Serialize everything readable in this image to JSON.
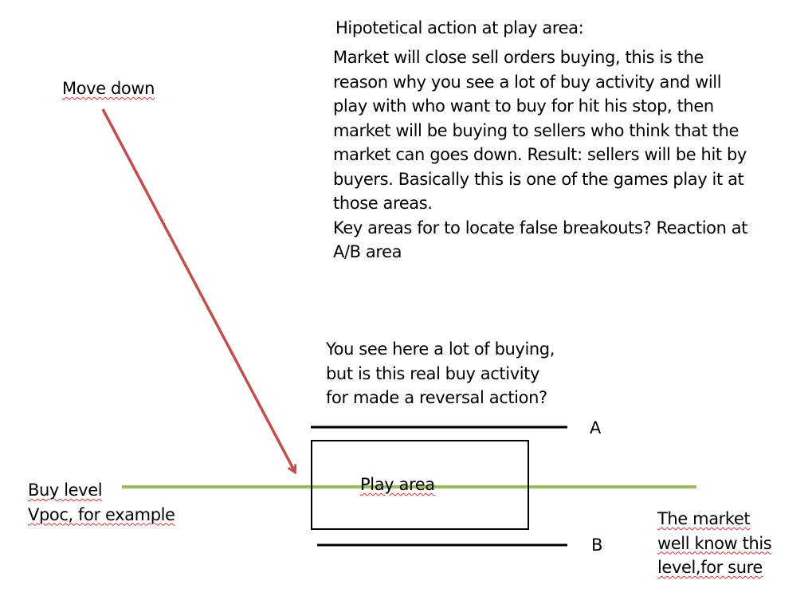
{
  "colors": {
    "arrow": "#c0504d",
    "level_line": "#9bbb59",
    "text": "#000000",
    "spellcheck_underline": "#e03030"
  },
  "title": "Hipotetical action at play area:",
  "description_lines": [
    " Market will close sell orders buying, this is the",
    "reason why you see a lot of buy activity and will",
    "play with who want to buy for hit his stop, then",
    "market will be buying to sellers who think that the",
    "market can goes down. Result: sellers will be hit by",
    "buyers. Basically this is one of the games play it at",
    "those areas.",
    "Key areas for to locate false breakouts? Reaction at",
    "A/B area"
  ],
  "move_down_label": "Move down",
  "question_lines": [
    "You see here a lot of buying,",
    "but is this real buy activity",
    "for made a reversal action?"
  ],
  "level_a_label": "A",
  "level_b_label": "B",
  "play_area_label": "Play area",
  "buy_level_lines": [
    "Buy level",
    "Vpoc, for example"
  ],
  "market_note_lines": [
    "The market",
    "well know this",
    "level,for sure"
  ]
}
